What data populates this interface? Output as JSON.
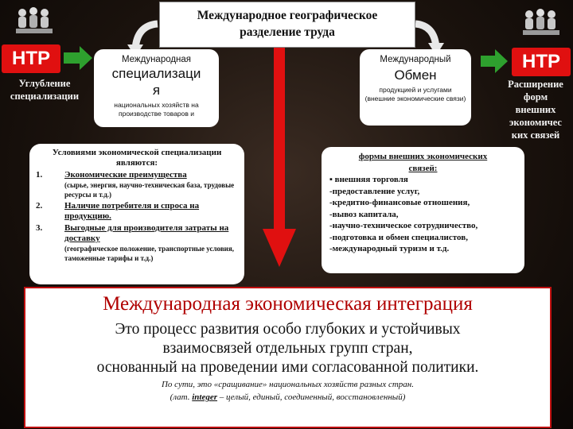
{
  "title": [
    "Международное географическое",
    "разделение труда"
  ],
  "ntr_left": "НТР",
  "ntr_right": "НТР",
  "left_side": [
    "Углубление",
    "специализации"
  ],
  "right_side": [
    "Расширение",
    "форм",
    "внешних",
    "экономичес",
    "ких связей"
  ],
  "spec_box": {
    "head": "Международная",
    "big": [
      "специализаци",
      "я"
    ],
    "tiny": "национальных хозяйств на производстве товаров и"
  },
  "exch_box": {
    "head": "Международный",
    "big": "Обмен",
    "tiny": "продукцией и услугами (внешние экономические связи)"
  },
  "conditions": {
    "header": [
      "Условиями экономической специализации",
      "являются:"
    ],
    "items": [
      {
        "num": "1.",
        "text": "Экономические преимущества",
        "sub": "(сырье, энергия, научно-техническая база, трудовые ресурсы и т.д.)"
      },
      {
        "num": "2.",
        "text": "Наличие потребителя и спроса на продукцию.",
        "sub": ""
      },
      {
        "num": "3.",
        "text": "Выгодные для производителя затраты на доставку",
        "sub": "(географическое положение, транспортные условия, таможенные тарифы и т.д.)"
      }
    ]
  },
  "forms": {
    "header": [
      "формы внешних экономических",
      "связей:"
    ],
    "items": [
      "▪ внешняя торговля",
      "-предоставление услуг,",
      "-кредитно-финансовые отношения,",
      "-вывоз капитала,",
      "-научно-техническое сотрудничество,",
      "-подготовка и обмен специалистов,",
      "-международный туризм и т.д."
    ]
  },
  "integration": {
    "title": "Международная экономическая  интеграция",
    "body": [
      "Это  процесс развития особо глубоких и устойчивых",
      "взаимосвязей отдельных групп стран,",
      "основанный на проведении ими согласованной политики."
    ],
    "note1": "По сути, это «сращивание» национальных хозяйств разных стран.",
    "note2_pre": "(лат. ",
    "note2_word": "integer",
    "note2_post": " – целый, единый, соединенный, восстановленный)"
  },
  "colors": {
    "accent_red": "#e01010",
    "arrow_green": "#2ea02e",
    "background": "#1a120d"
  }
}
